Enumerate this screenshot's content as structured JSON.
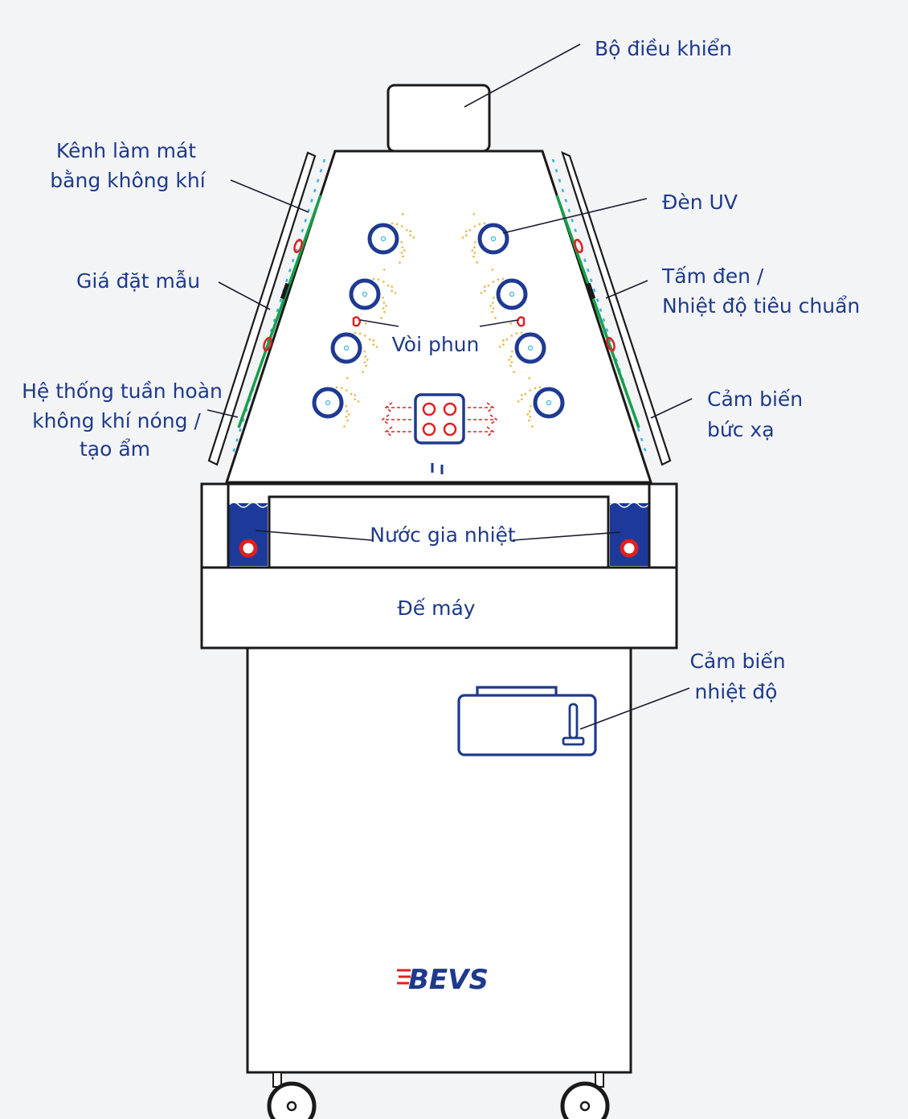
{
  "labels": {
    "controller": "Bộ điều khiển",
    "cooling_channel_1": "Kênh làm mát",
    "cooling_channel_2": "bằng không khí",
    "uv_lamp": "Đèn UV",
    "sample_rack": "Giá đặt mẫu",
    "black_panel_1": "Tấm đen /",
    "black_panel_2": "Nhiệt độ tiêu chuẩn",
    "nozzle": "Vòi phun",
    "circulation_1": "Hệ thống tuần hoàn",
    "circulation_2": "không khí nóng /",
    "circulation_3": "tạo ẩm",
    "radiation_sensor_1": "Cảm biến",
    "radiation_sensor_2": "bức xạ",
    "heated_water": "Nước gia nhiệt",
    "machine_base": "Đế máy",
    "temp_sensor_1": "Cảm biến",
    "temp_sensor_2": "nhiệt độ"
  },
  "logo": "BEVS",
  "colors": {
    "navy": "#1e3a8a",
    "uv_ring": "#1f3a93",
    "green_rack": "#15a04a",
    "red": "#e02020",
    "water": "#1d3a9a",
    "mist": "#e8b640",
    "cyan": "#3bb3e0"
  }
}
